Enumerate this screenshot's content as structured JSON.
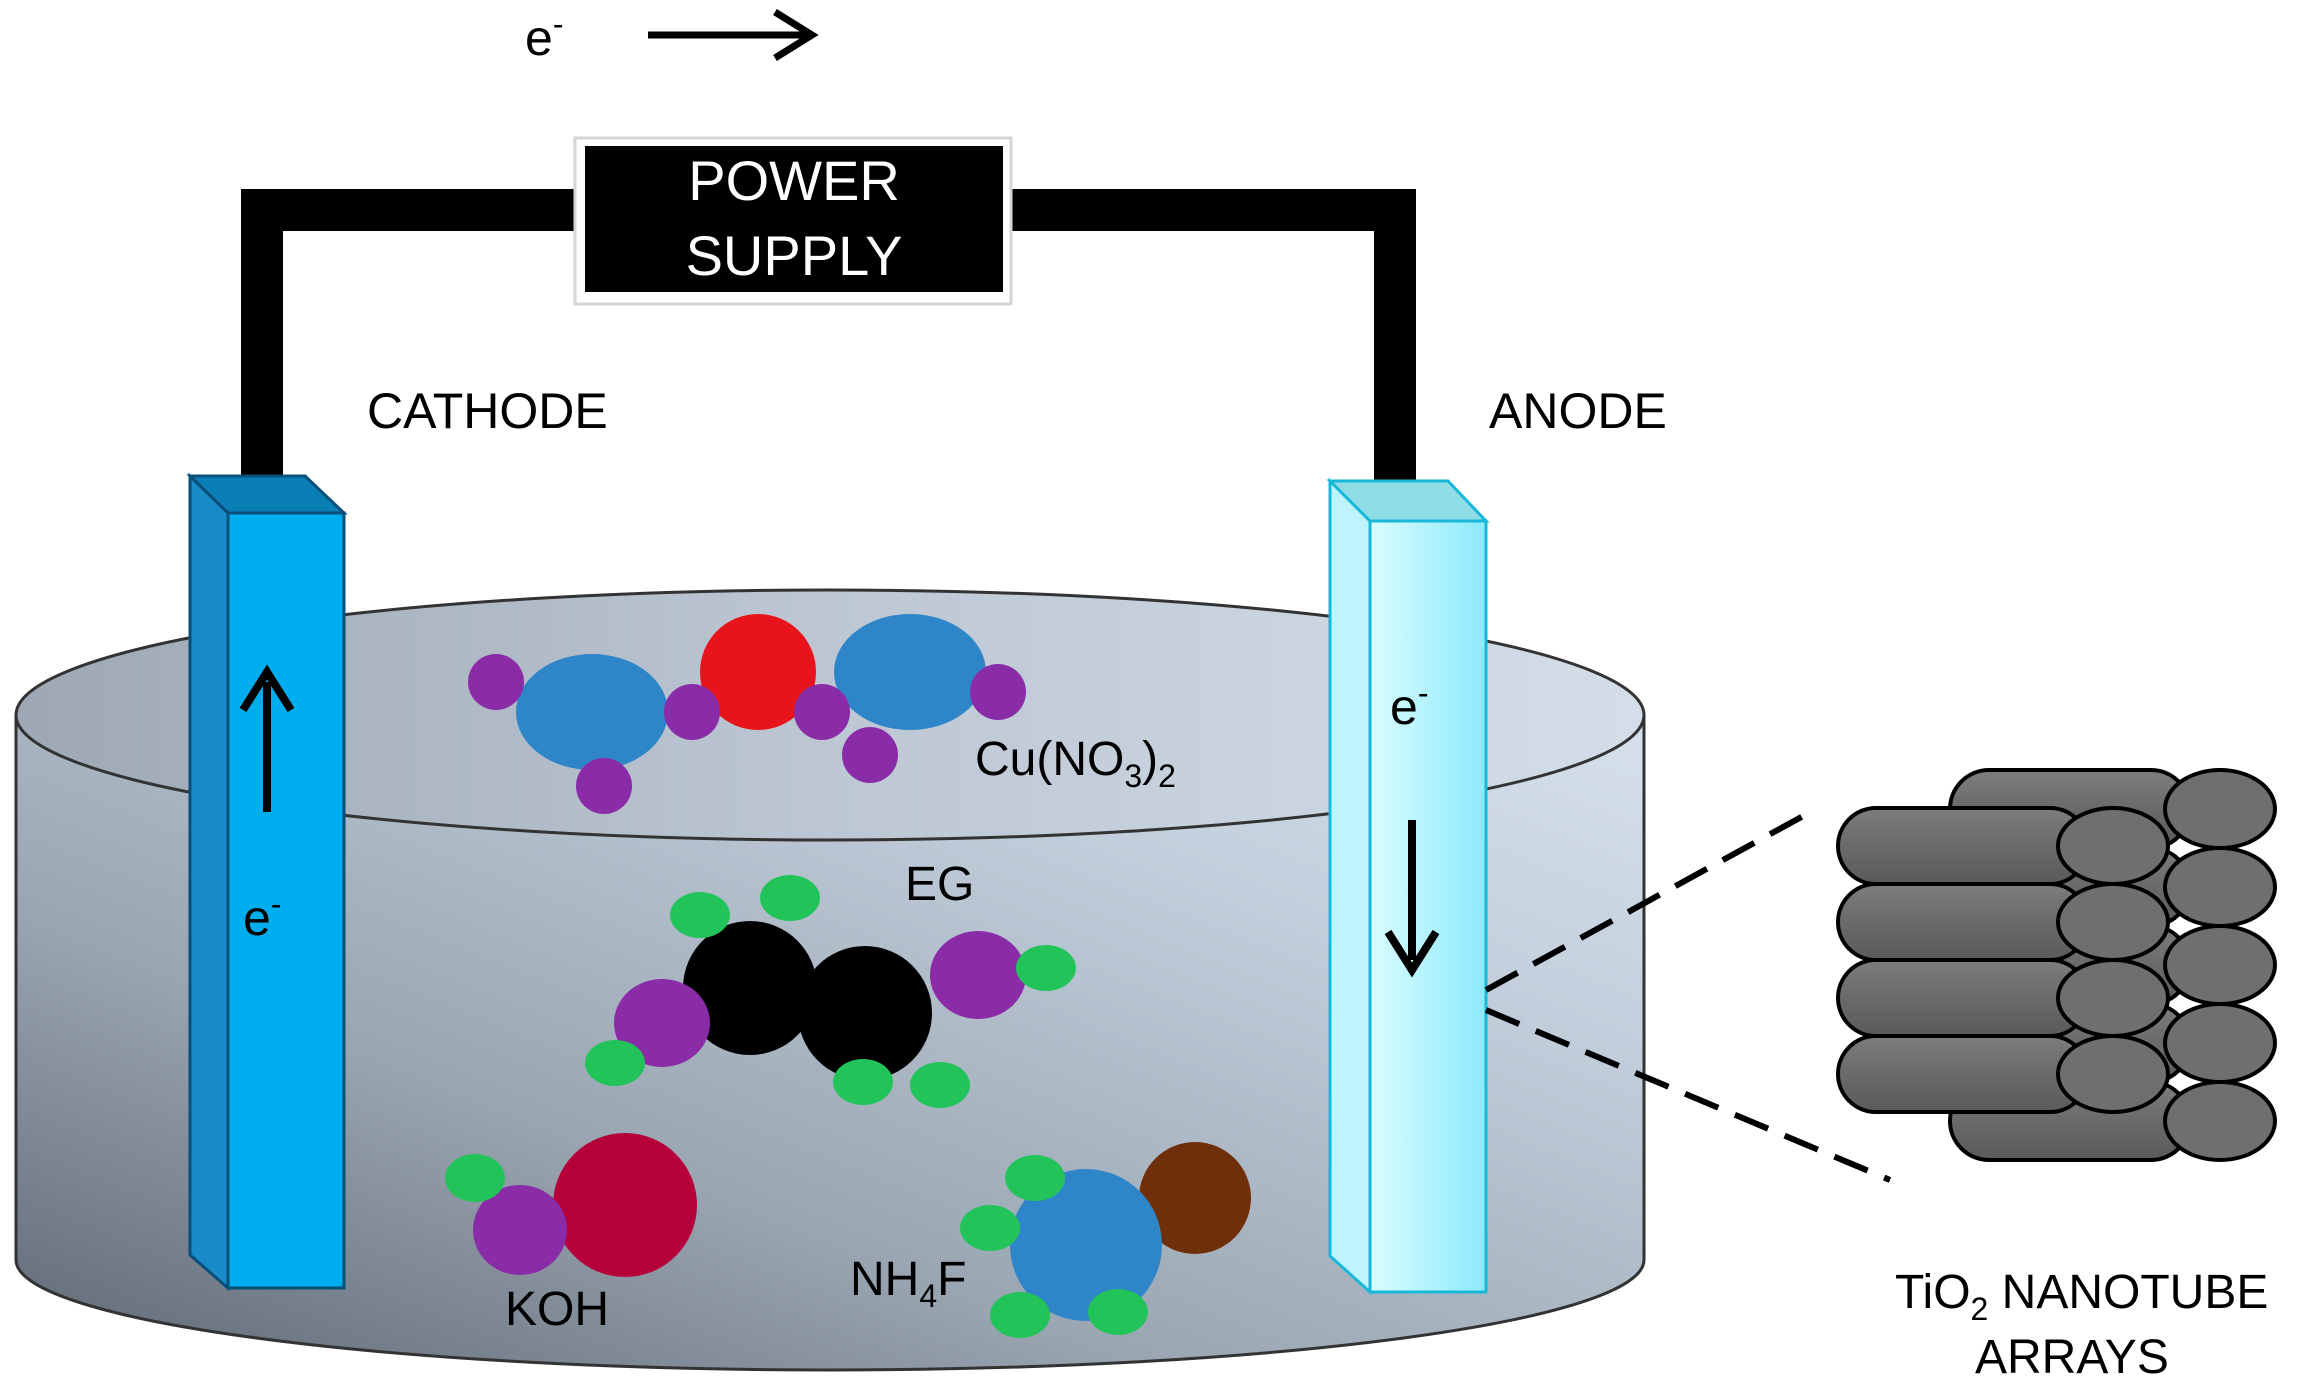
{
  "diagram": {
    "power_supply": {
      "line1": "POWER",
      "line2": "SUPPLY"
    },
    "electron_flow_label": {
      "base": "e",
      "sup": "-"
    },
    "cathode_label": "CATHODE",
    "anode_label": "ANODE",
    "cathode_electron": {
      "base": "e",
      "sup": "-"
    },
    "anode_electron": {
      "base": "e",
      "sup": "-"
    },
    "molecules": {
      "copper_nitrate": {
        "pre": "Cu(NO",
        "sub": "3",
        "mid": ")",
        "sub2": "2"
      },
      "ethylene_glycol": "EG",
      "potassium_hydroxide": "KOH",
      "ammonium_fluoride": {
        "pre": "NH",
        "sub": "4",
        "post": "F"
      }
    },
    "nanotube_label": {
      "pre": "TiO",
      "sub": "2",
      "post": " NANOTUBE",
      "line2": "ARRAYS"
    }
  },
  "colors": {
    "cathode": "#00aeef",
    "anode": "#9beeff",
    "nitrogen_blue": "#2e86c8",
    "oxygen_purple": "#8a2ca8",
    "red_oxygen": "#e8141c",
    "carbon": "#000000",
    "hydrogen_green": "#22c45a",
    "potassium": "#b5003a",
    "fluorine_brown": "#6e2f0a",
    "nanotube": "#6f6f6f"
  }
}
